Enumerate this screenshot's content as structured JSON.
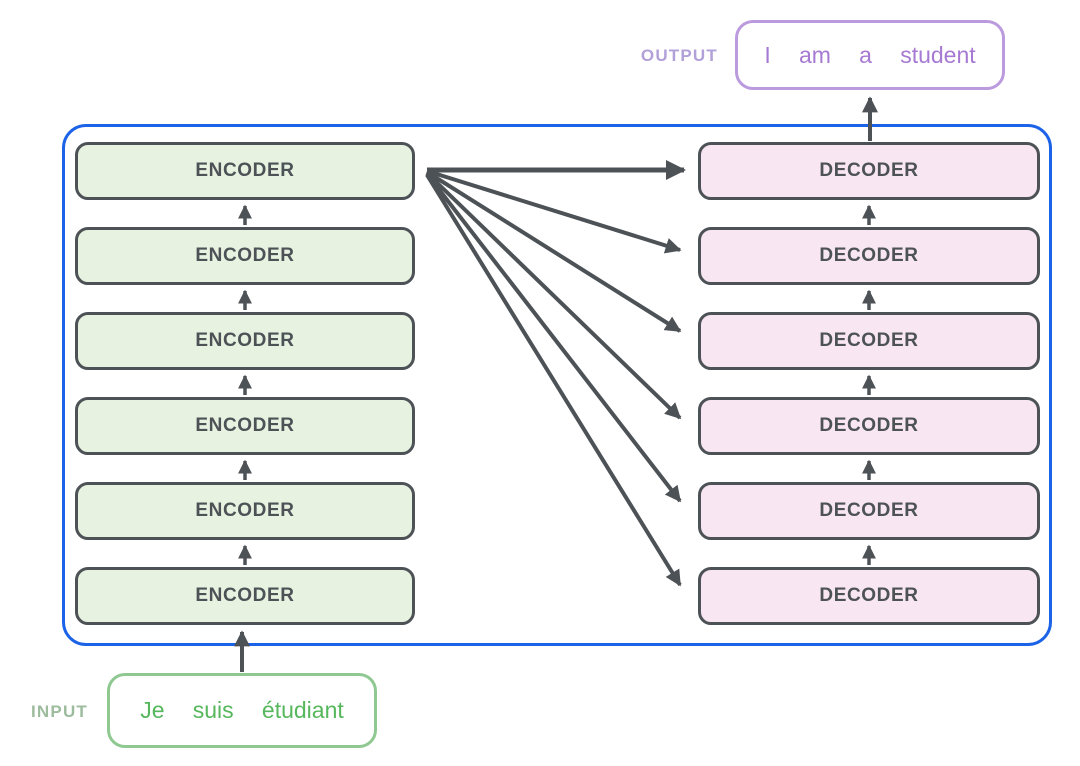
{
  "encoders": [
    {
      "label": "ENCODER"
    },
    {
      "label": "ENCODER"
    },
    {
      "label": "ENCODER"
    },
    {
      "label": "ENCODER"
    },
    {
      "label": "ENCODER"
    },
    {
      "label": "ENCODER"
    }
  ],
  "decoders": [
    {
      "label": "DECODER"
    },
    {
      "label": "DECODER"
    },
    {
      "label": "DECODER"
    },
    {
      "label": "DECODER"
    },
    {
      "label": "DECODER"
    },
    {
      "label": "DECODER"
    }
  ],
  "input": {
    "label": "INPUT",
    "sentence": "Je suis étudiant"
  },
  "output": {
    "label": "OUTPUT",
    "sentence": "I am a student"
  },
  "colors": {
    "frame_border": "#1c63e8",
    "encoder_fill": "#e8f2e0",
    "decoder_fill": "#f9e6f3",
    "box_border": "#4d5257",
    "box_text": "#4d5257",
    "arrow": "#4d5257",
    "input_border": "#8fc891",
    "input_text": "#56b75c",
    "input_label": "#9dbb9d",
    "output_border": "#bb9ade",
    "output_text": "#a679d2",
    "output_label": "#b2a1d9"
  }
}
